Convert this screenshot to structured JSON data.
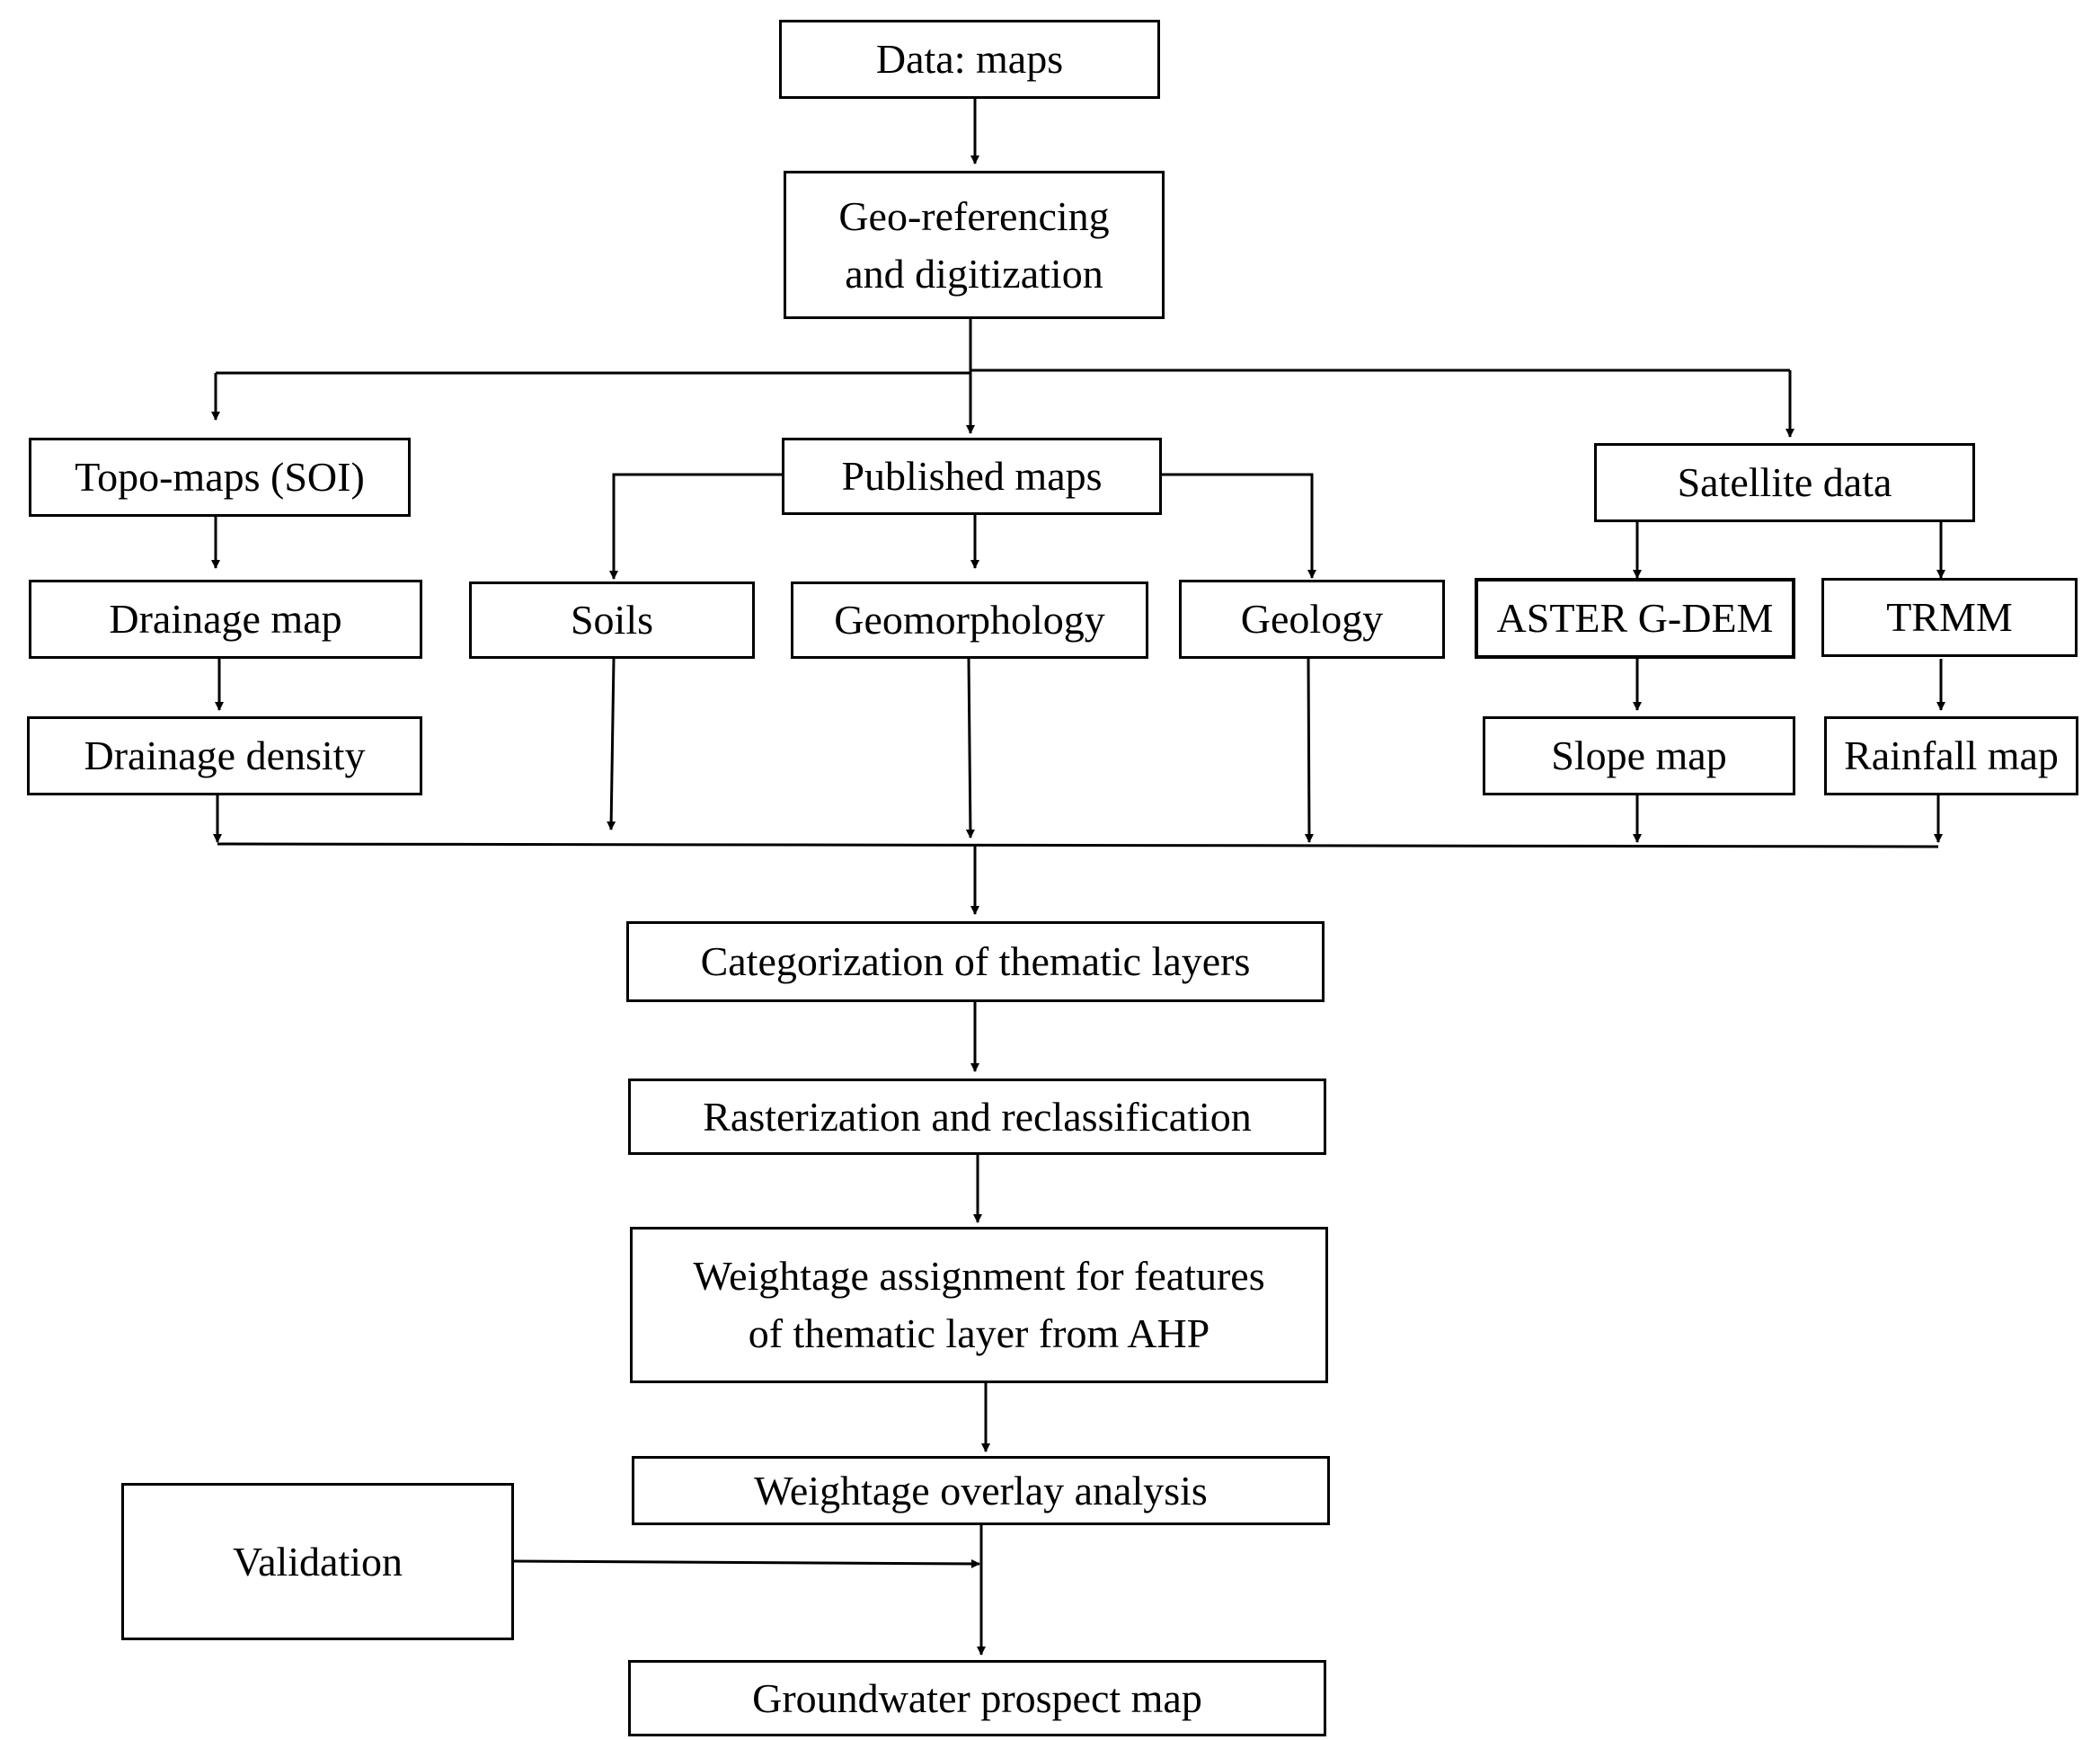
{
  "nodes": {
    "data_maps": "Data: maps",
    "geo_referencing": "Geo-referencing\nand  digitization",
    "topo_maps": "Topo-maps (SOI)",
    "published_maps": "Published maps",
    "satellite_data": "Satellite data",
    "drainage_map": "Drainage map",
    "soils": "Soils",
    "geomorphology": "Geomorphology",
    "geology": "Geology",
    "aster_gdem": "ASTER G-DEM",
    "trmm": "TRMM",
    "drainage_density": "Drainage density",
    "slope_map": "Slope map",
    "rainfall_map": "Rainfall map",
    "categorization": "Categorization of thematic layers",
    "rasterization": "Rasterization and reclassification",
    "weightage_assignment": "Weightage assignment for features\nof thematic layer from AHP",
    "weightage_overlay": "Weightage overlay analysis",
    "validation": "Validation",
    "groundwater_map": "Groundwater prospect map"
  }
}
